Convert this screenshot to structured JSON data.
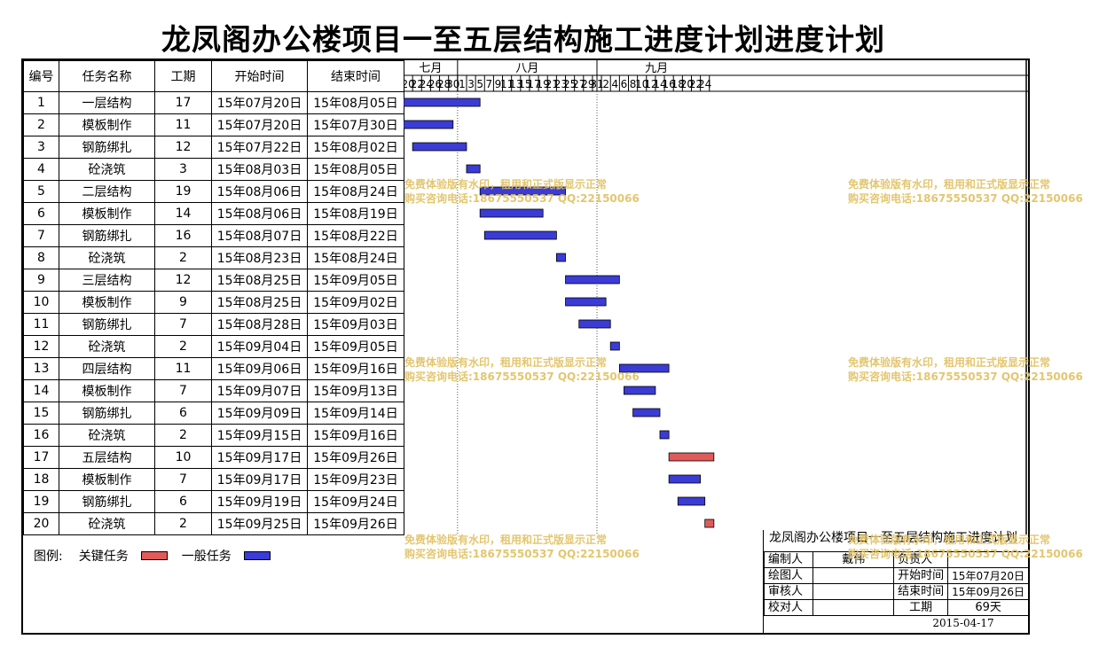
{
  "page": {
    "title": "龙凤阁办公楼项目一至五层结构施工进度计划进度计划"
  },
  "table": {
    "headers": [
      "编号",
      "任务名称",
      "工期",
      "开始时间",
      "结束时间"
    ]
  },
  "timeline": {
    "months": [
      "七月",
      "八月",
      "九月"
    ],
    "day_labels": [
      "20",
      "22",
      "24",
      "26",
      "28",
      "30",
      "1",
      "3",
      "5",
      "7",
      "9",
      "11",
      "13",
      "15",
      "17",
      "19",
      "21",
      "23",
      "25",
      "27",
      "29",
      "31",
      "2",
      "4",
      "6",
      "8",
      "10",
      "12",
      "14",
      "16",
      "18",
      "20",
      "22",
      "24"
    ]
  },
  "chart_data": {
    "type": "gantt",
    "title": "龙凤阁办公楼项目一至五层结构施工进度计划进度计划",
    "x_start_date": "2015-07-20",
    "tasks": [
      {
        "id": "1",
        "name": "一层结构",
        "duration": "17",
        "start": "15年07月20日",
        "end": "15年08月05日",
        "start_date": "2015-07-20",
        "end_date": "2015-08-05",
        "type": "normal"
      },
      {
        "id": "2",
        "name": "模板制作",
        "duration": "11",
        "start": "15年07月20日",
        "end": "15年07月30日",
        "start_date": "2015-07-20",
        "end_date": "2015-07-30",
        "type": "normal"
      },
      {
        "id": "3",
        "name": "钢筋绑扎",
        "duration": "12",
        "start": "15年07月22日",
        "end": "15年08月02日",
        "start_date": "2015-07-22",
        "end_date": "2015-08-02",
        "type": "normal"
      },
      {
        "id": "4",
        "name": "砼浇筑",
        "duration": "3",
        "start": "15年08月03日",
        "end": "15年08月05日",
        "start_date": "2015-08-03",
        "end_date": "2015-08-05",
        "type": "normal"
      },
      {
        "id": "5",
        "name": "二层结构",
        "duration": "19",
        "start": "15年08月06日",
        "end": "15年08月24日",
        "start_date": "2015-08-06",
        "end_date": "2015-08-24",
        "type": "normal"
      },
      {
        "id": "6",
        "name": "模板制作",
        "duration": "14",
        "start": "15年08月06日",
        "end": "15年08月19日",
        "start_date": "2015-08-06",
        "end_date": "2015-08-19",
        "type": "normal"
      },
      {
        "id": "7",
        "name": "钢筋绑扎",
        "duration": "16",
        "start": "15年08月07日",
        "end": "15年08月22日",
        "start_date": "2015-08-07",
        "end_date": "2015-08-22",
        "type": "normal"
      },
      {
        "id": "8",
        "name": "砼浇筑",
        "duration": "2",
        "start": "15年08月23日",
        "end": "15年08月24日",
        "start_date": "2015-08-23",
        "end_date": "2015-08-24",
        "type": "normal"
      },
      {
        "id": "9",
        "name": "三层结构",
        "duration": "12",
        "start": "15年08月25日",
        "end": "15年09月05日",
        "start_date": "2015-08-25",
        "end_date": "2015-09-05",
        "type": "normal"
      },
      {
        "id": "10",
        "name": "模板制作",
        "duration": "9",
        "start": "15年08月25日",
        "end": "15年09月02日",
        "start_date": "2015-08-25",
        "end_date": "2015-09-02",
        "type": "normal"
      },
      {
        "id": "11",
        "name": "钢筋绑扎",
        "duration": "7",
        "start": "15年08月28日",
        "end": "15年09月03日",
        "start_date": "2015-08-28",
        "end_date": "2015-09-03",
        "type": "normal"
      },
      {
        "id": "12",
        "name": "砼浇筑",
        "duration": "2",
        "start": "15年09月04日",
        "end": "15年09月05日",
        "start_date": "2015-09-04",
        "end_date": "2015-09-05",
        "type": "normal"
      },
      {
        "id": "13",
        "name": "四层结构",
        "duration": "11",
        "start": "15年09月06日",
        "end": "15年09月16日",
        "start_date": "2015-09-06",
        "end_date": "2015-09-16",
        "type": "normal"
      },
      {
        "id": "14",
        "name": "模板制作",
        "duration": "7",
        "start": "15年09月07日",
        "end": "15年09月13日",
        "start_date": "2015-09-07",
        "end_date": "2015-09-13",
        "type": "normal"
      },
      {
        "id": "15",
        "name": "钢筋绑扎",
        "duration": "6",
        "start": "15年09月09日",
        "end": "15年09月14日",
        "start_date": "2015-09-09",
        "end_date": "2015-09-14",
        "type": "normal"
      },
      {
        "id": "16",
        "name": "砼浇筑",
        "duration": "2",
        "start": "15年09月15日",
        "end": "15年09月16日",
        "start_date": "2015-09-15",
        "end_date": "2015-09-16",
        "type": "normal"
      },
      {
        "id": "17",
        "name": "五层结构",
        "duration": "10",
        "start": "15年09月17日",
        "end": "15年09月26日",
        "start_date": "2015-09-17",
        "end_date": "2015-09-26",
        "type": "critical"
      },
      {
        "id": "18",
        "name": "模板制作",
        "duration": "7",
        "start": "15年09月17日",
        "end": "15年09月23日",
        "start_date": "2015-09-17",
        "end_date": "2015-09-23",
        "type": "normal"
      },
      {
        "id": "19",
        "name": "钢筋绑扎",
        "duration": "6",
        "start": "15年09月19日",
        "end": "15年09月24日",
        "start_date": "2015-09-19",
        "end_date": "2015-09-24",
        "type": "normal"
      },
      {
        "id": "20",
        "name": "砼浇筑",
        "duration": "2",
        "start": "15年09月25日",
        "end": "15年09月26日",
        "start_date": "2015-09-25",
        "end_date": "2015-09-26",
        "type": "critical"
      }
    ],
    "colors": {
      "critical": "#e05a5a",
      "normal": "#3b3bd6"
    }
  },
  "legend": {
    "label": "图例:",
    "critical": "关键任务",
    "normal": "一般任务"
  },
  "info": {
    "title": "龙凤阁办公楼项目一至五层结构施工进度计划",
    "editor_label": "编制人",
    "editor": "戴伟",
    "owner_label": "负责人",
    "owner": "",
    "drawer_label": "绘图人",
    "drawer": "",
    "start_label": "开始时间",
    "start": "15年07月20日",
    "reviewer_label": "审核人",
    "reviewer": "",
    "end_label": "结束时间",
    "end": "15年09月26日",
    "checker_label": "校对人",
    "checker": "",
    "duration_label": "工期",
    "duration": "69天",
    "date": "2015-04-17"
  },
  "watermark": {
    "line1": "免费体验版有水印，租用和正式版显示正常",
    "line2": "购买咨询电话:18675550537 QQ:22150066"
  }
}
